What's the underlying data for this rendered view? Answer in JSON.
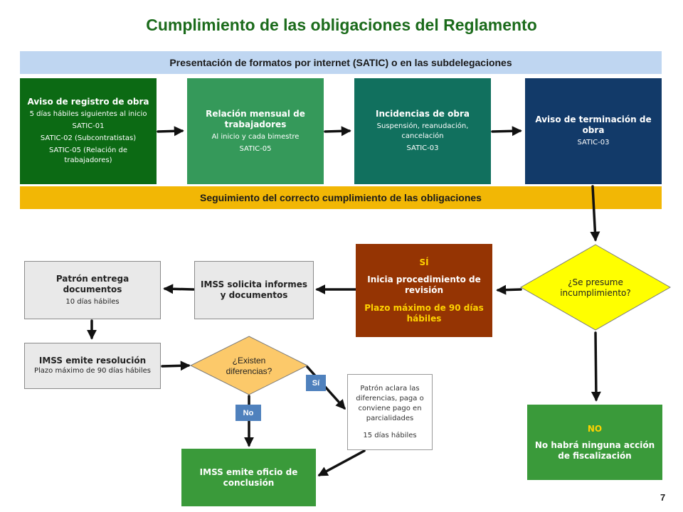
{
  "title": "Cumplimiento de las obligaciones del Reglamento",
  "band_top": "Presentación de formatos por internet (SATIC) o en las subdelegaciones",
  "band_mid": "Seguimiento del correcto cumplimiento de las obligaciones",
  "box_registro": {
    "title": "Aviso de registro de obra",
    "lines": [
      "5 días hábiles siguientes al inicio",
      "SATIC-01",
      "SATIC-02 (Subcontratistas)",
      "SATIC-05 (Relación de trabajadores)"
    ]
  },
  "box_relacion": {
    "title": "Relación mensual de trabajadores",
    "lines": [
      "Al inicio y cada bimestre",
      "SATIC-05"
    ]
  },
  "box_incidencias": {
    "title": "Incidencias de obra",
    "lines": [
      "Suspensión, reanudación, cancelación",
      "SATIC-03"
    ]
  },
  "box_terminacion": {
    "title": "Aviso de terminación de obra",
    "lines": [
      "SATIC-03"
    ]
  },
  "diamond_presume": "¿Se presume incumplimiento?",
  "box_si": {
    "label": "SÍ",
    "title": "Inicia procedimiento de revisión",
    "plazo": "Plazo máximo de 90 días hábiles"
  },
  "box_imss_solicita": "IMSS solicita informes y documentos",
  "box_patron_entrega": {
    "title": "Patrón entrega documentos",
    "line": "10 días hábiles"
  },
  "box_imss_resolucion": {
    "title": "IMSS emite resolución",
    "line": "Plazo máximo de 90 días hábiles"
  },
  "diamond_diferencias": "¿Existen diferencias?",
  "tag_si": "Sí",
  "tag_no": "No",
  "box_patron_aclara": {
    "line": "Patrón aclara las diferencias, paga o conviene pago en parcialidades",
    "plazo": "15 días hábiles"
  },
  "box_oficio": "IMSS emite oficio de conclusión",
  "box_no": {
    "label": "NO",
    "title": "No habrá ninguna acción de fiscalización"
  },
  "page_number": "7",
  "colors": {
    "title_green": "#1b6b1b",
    "band_blue": "#bfd6f1",
    "band_yellow": "#f2b705",
    "dark_green": "#0c6a14",
    "medium_green": "#35995a",
    "teal": "#11705e",
    "navy": "#123a69",
    "rust": "#953403",
    "bright_green": "#3a9a3a",
    "diamond_yellow": "#ffff00",
    "diamond_orange": "#fcc96a",
    "tag_blue": "#4f81bd",
    "plazo_yellow": "#ffd200"
  }
}
